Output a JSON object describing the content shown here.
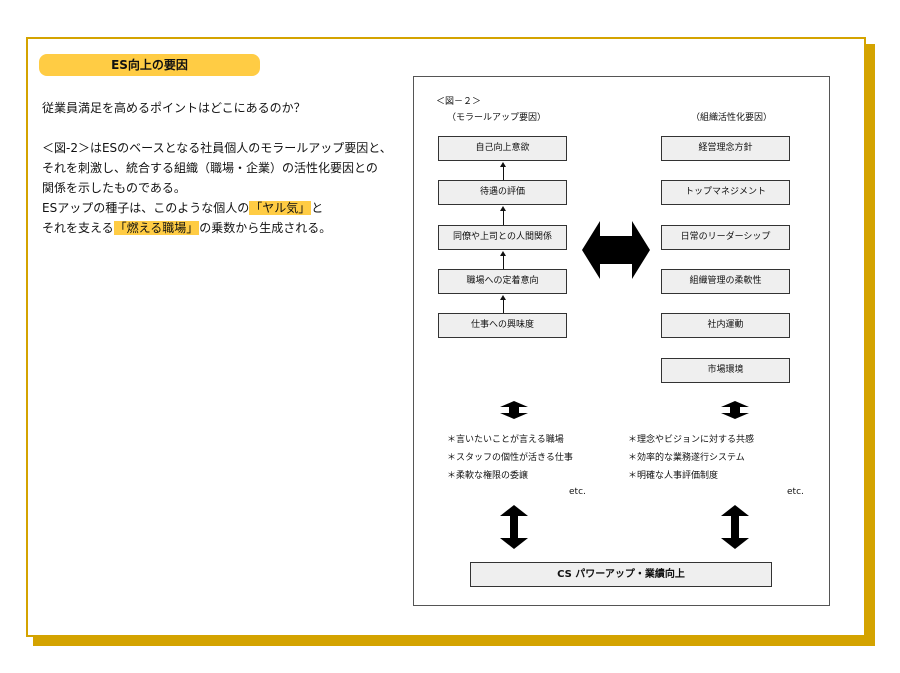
{
  "header": {
    "title": "ES向上の要因"
  },
  "intro": {
    "question": "従業員満足を高めるポイントはどこにあるのか？",
    "line1": "＜図-2＞はESのベースとなる社員個人のモラールアップ要因と、",
    "line2": "それを刺激し、統合する組織（職場・企業）の活性化要因との",
    "line3": "関係を示したものである。",
    "line4": "ESアップの種子は、このような個人の",
    "hl1": "「ヤル気」",
    "line4_end": "と",
    "line5": "それを支える",
    "hl2": "「燃える職場」",
    "line5_end": "の乗数から生成される。"
  },
  "diagram": {
    "fig_label": "＜図－２＞",
    "left_heading": "（モラールアップ要因）",
    "right_heading": "（組織活性化要因）",
    "left_boxes": [
      "自己向上意欲",
      "待遇の評価",
      "同僚や上司との人間関係",
      "職場への定着意向",
      "仕事への興味度"
    ],
    "right_boxes": [
      "経営理念方針",
      "トップマネジメント",
      "日常のリーダーシップ",
      "組織管理の柔軟性",
      "社内運動",
      "市場環境"
    ],
    "left_bullets": [
      "＊言いたいことが言える職場",
      "＊スタッフの個性が活きる仕事",
      "＊柔軟な権限の委譲"
    ],
    "right_bullets": [
      "＊理念やビジョンに対する共感",
      "＊効率的な業務遂行システム",
      "＊明確な人事評価制度"
    ],
    "etc": "etc.",
    "bottom_box": "CS パワーアップ・業績向上"
  }
}
